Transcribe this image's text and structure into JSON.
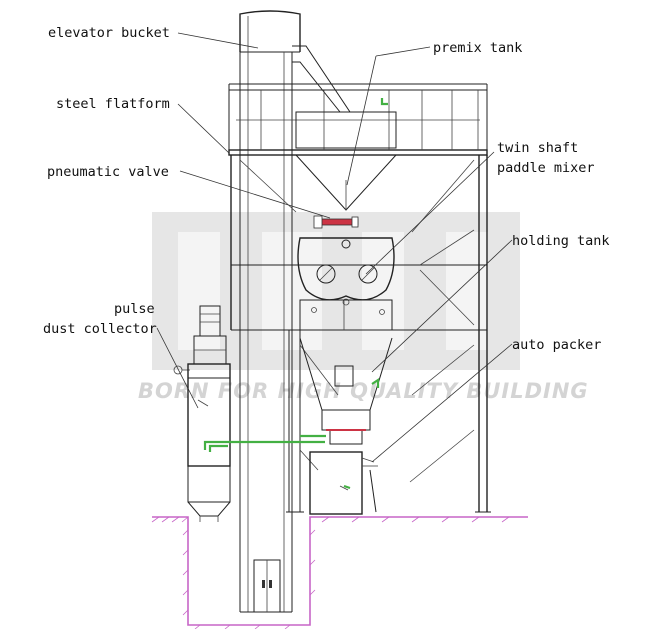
{
  "labels": {
    "elevator_bucket": "elevator bucket",
    "premix_tank": "premix tank",
    "steel_platform": "steel flatform",
    "pneumatic_valve": "pneumatic valve",
    "twin_shaft_line1": "twin shaft",
    "twin_shaft_line2": "paddle mixer",
    "holding_tank": "holding tank",
    "pulse_line1": "pulse",
    "pulse_line2": "dust collector",
    "auto_packer": "auto packer"
  },
  "watermark": {
    "text": "BORN FOR HIGH QUALITY BUILDING"
  },
  "colors": {
    "pipe": "#43b043",
    "ground": "#c765c7",
    "line": "#222222",
    "watermark": "#d4d4d4",
    "valve": "#cc3344"
  }
}
